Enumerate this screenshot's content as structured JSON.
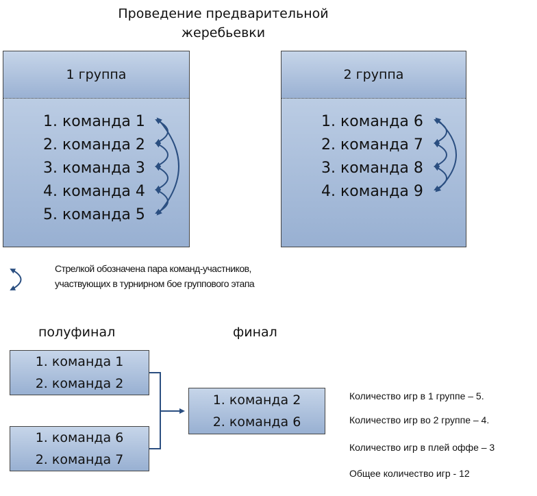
{
  "title": [
    "Проведение предварительной",
    "жеребьевки"
  ],
  "groups": [
    {
      "label": "1 группа",
      "teams": [
        "1. команда 1",
        "2. команда 2",
        "3. команда 3",
        "4. команда 4",
        "5. команда 5"
      ]
    },
    {
      "label": "2 группа",
      "teams": [
        "1. команда 6",
        "2. команда 7",
        "3. команда 8",
        "4. команда 9"
      ]
    }
  ],
  "legend": [
    "Стрелкой обозначена пара команд-участников,",
    "участвующих в турнирном бое группового этапа"
  ],
  "semifinal": {
    "label": "полуфинал",
    "pairs": [
      [
        "1. команда 1",
        "2. команда 2"
      ],
      [
        "1. команда 6",
        "2. команда 7"
      ]
    ]
  },
  "final": {
    "label": "финал",
    "teams": [
      "1. команда 2",
      "2. команда 6"
    ]
  },
  "counts": [
    "Количество игр в 1 группе – 5.",
    "Количество игр во 2 группе – 4.",
    "Количество игр в плей оффе – 3",
    "Общее количество игр - 12"
  ],
  "colors": {
    "arrow": "#2a4e80",
    "box_top": "#c6d5e9",
    "box_bottom": "#98b0d2"
  }
}
